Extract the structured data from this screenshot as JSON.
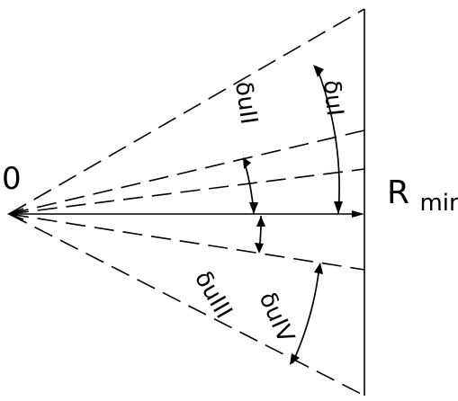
{
  "labels": {
    "origin": "0",
    "radius_main": "R",
    "radius_sub": "min",
    "delta_1": "δuI",
    "delta_2": "δuII",
    "delta_3": "δuIII",
    "delta_4": "δuIV"
  },
  "style": {
    "ink": "#000000",
    "background": "#ffffff"
  }
}
